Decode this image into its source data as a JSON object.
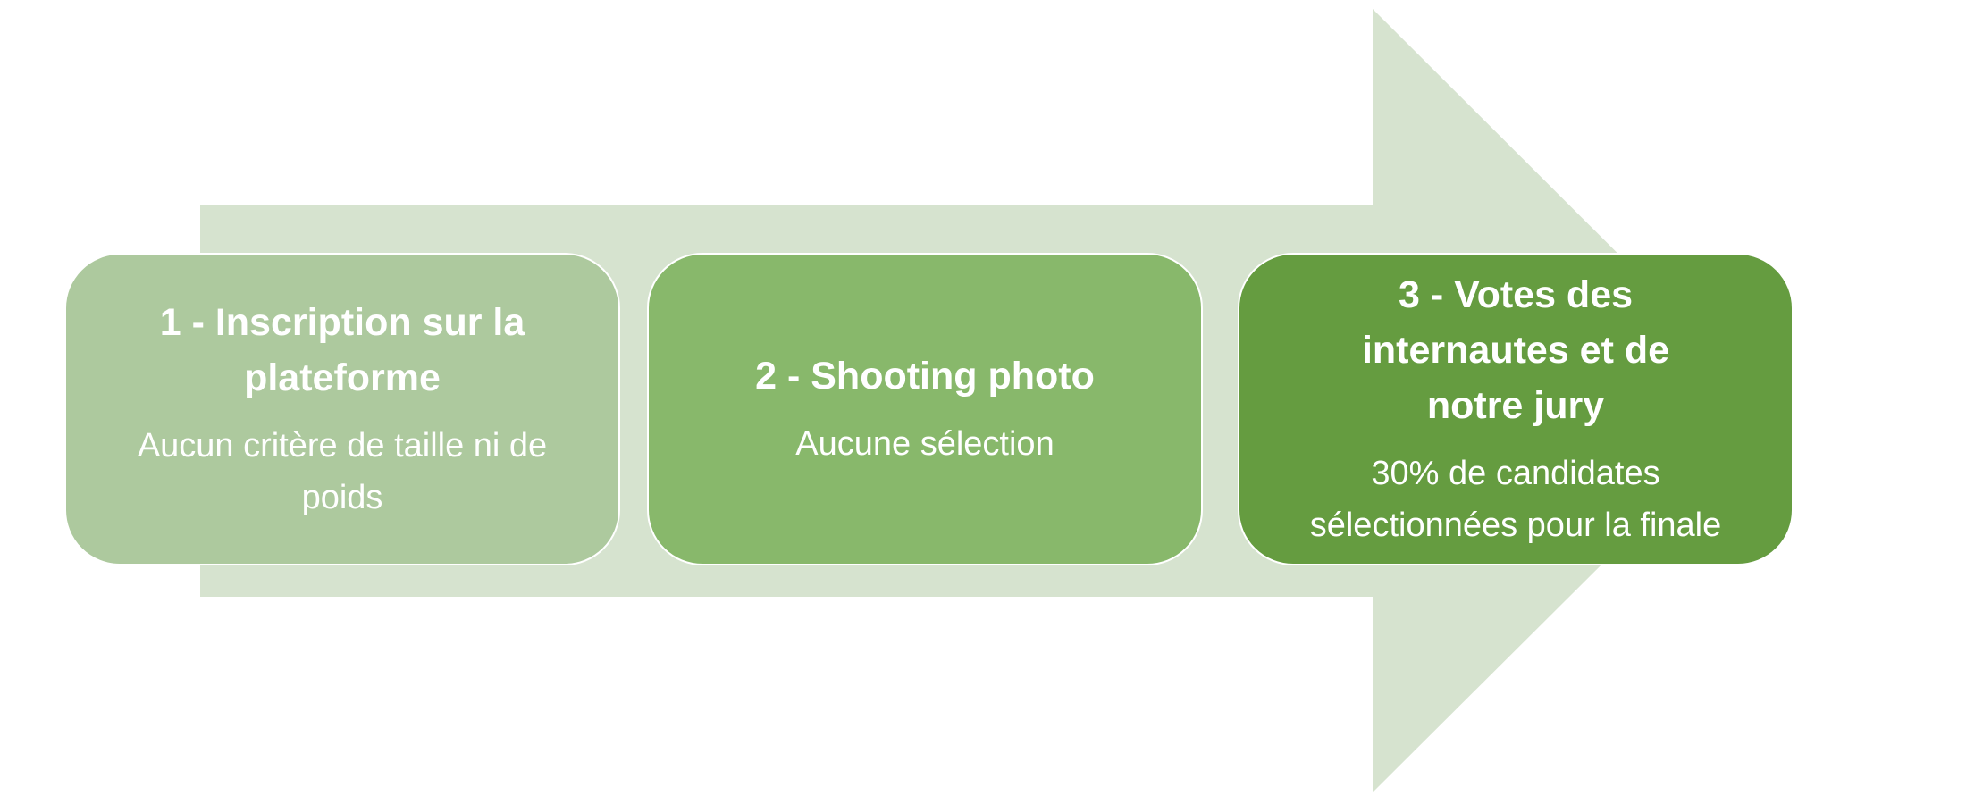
{
  "colors": {
    "arrow": "#D6E3CF",
    "step1": "#ADC99E",
    "step2": "#88B86B",
    "step3": "#659C40"
  },
  "steps": [
    {
      "title": "1 - Inscription sur la plateforme",
      "description": "Aucun critère de taille ni de poids"
    },
    {
      "title": "2 - Shooting photo",
      "description": "Aucune sélection"
    },
    {
      "title": "3 - Votes des internautes et de notre jury",
      "description": "30% de candidates sélectionnées pour la finale"
    }
  ]
}
